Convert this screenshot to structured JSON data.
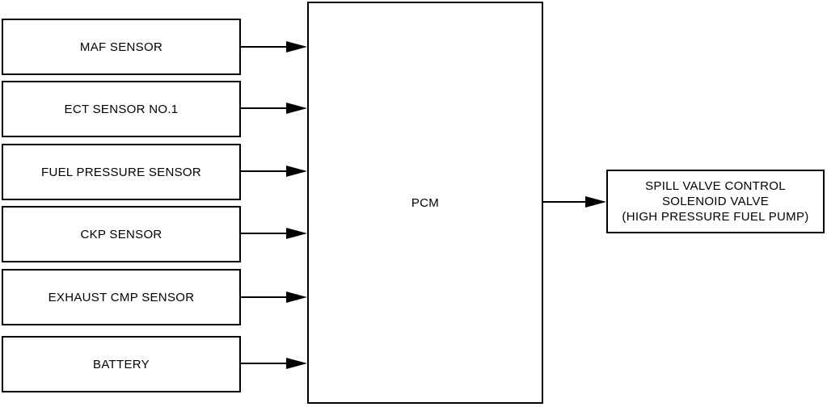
{
  "diagram": {
    "title_hint": "PCM input/output block diagram",
    "inputs": [
      {
        "label": "MAF SENSOR"
      },
      {
        "label": "ECT SENSOR NO.1"
      },
      {
        "label": "FUEL PRESSURE SENSOR"
      },
      {
        "label": "CKP SENSOR"
      },
      {
        "label": "EXHAUST CMP SENSOR"
      },
      {
        "label": "BATTERY"
      }
    ],
    "controller": {
      "label": "PCM"
    },
    "output": {
      "lines": [
        "SPILL VALVE CONTROL",
        "SOLENOID VALVE",
        "(HIGH PRESSURE FUEL PUMP)"
      ]
    },
    "colors": {
      "line": "#000000",
      "background": "#ffffff",
      "box_fill": "#ffffff"
    }
  }
}
